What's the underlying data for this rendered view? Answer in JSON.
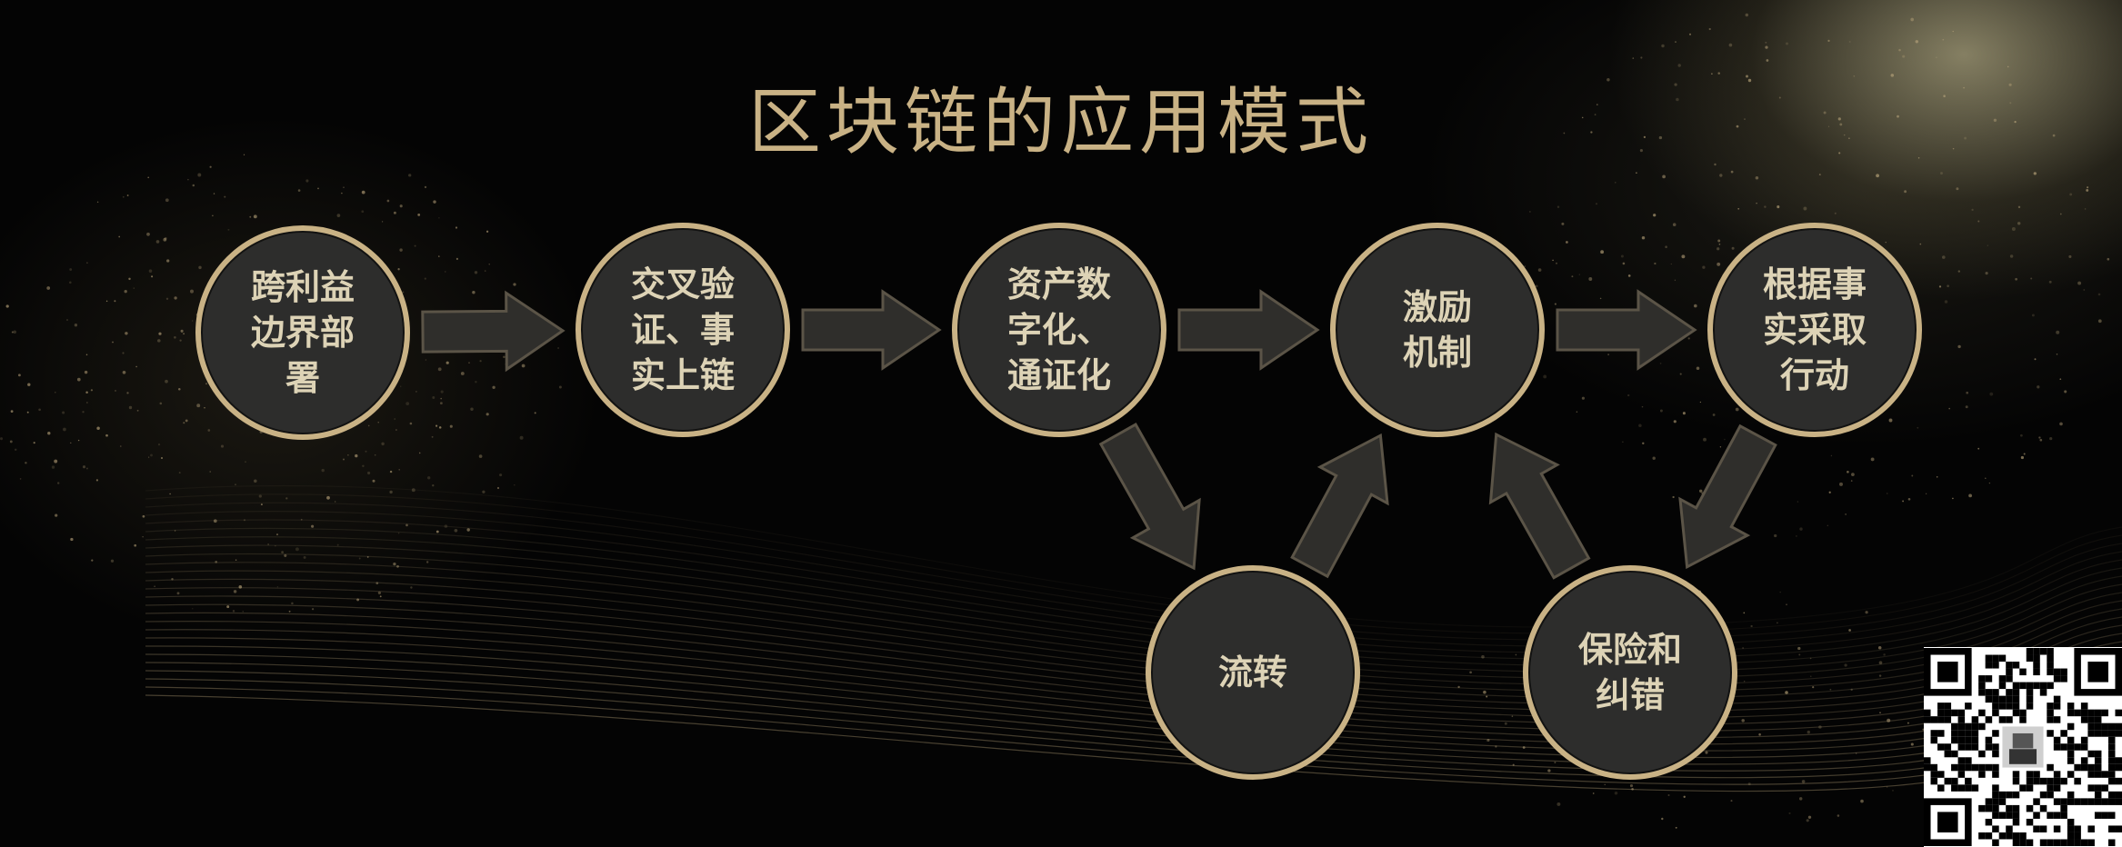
{
  "title": "区块链的应用模式",
  "nodes": [
    {
      "id": "n1",
      "label": "跨利益\n边界部\n署"
    },
    {
      "id": "n2",
      "label": "交叉验\n证、事\n实上链"
    },
    {
      "id": "n3",
      "label": "资产数\n字化、\n通证化"
    },
    {
      "id": "n4",
      "label": "激励\n机制"
    },
    {
      "id": "n5",
      "label": "根据事\n实采取\n行动"
    },
    {
      "id": "n6",
      "label": "流转"
    },
    {
      "id": "n7",
      "label": "保险和\n纠错"
    }
  ],
  "edges": [
    {
      "from": "n1",
      "to": "n2"
    },
    {
      "from": "n2",
      "to": "n3"
    },
    {
      "from": "n3",
      "to": "n4"
    },
    {
      "from": "n4",
      "to": "n5"
    },
    {
      "from": "n3",
      "to": "n6"
    },
    {
      "from": "n6",
      "to": "n4"
    },
    {
      "from": "n7",
      "to": "n4"
    },
    {
      "from": "n5",
      "to": "n7"
    }
  ],
  "colors": {
    "background": "#040404",
    "accent_gold": "#c9b285",
    "node_fill": "#2d2d2c",
    "text": "#ddd3b6",
    "arrow_fill": "#2f2e2b"
  }
}
